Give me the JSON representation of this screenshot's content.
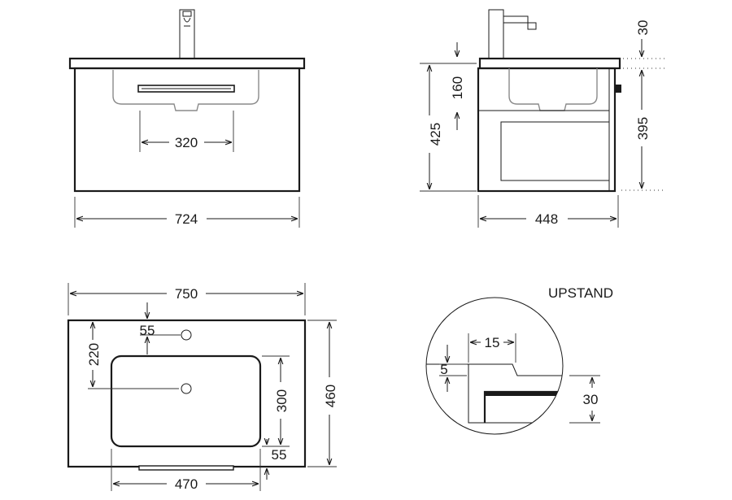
{
  "front_view": {
    "width_label": "724",
    "handle_label": "320"
  },
  "side_view": {
    "depth_label": "448",
    "top_thickness_label": "30",
    "height_label": "425",
    "basin_depth_label": "160",
    "drawer_height_label": "395"
  },
  "top_view": {
    "width_label": "750",
    "depth_label": "460",
    "tap_offset_label": "55",
    "basin_offset_label": "220",
    "basin_depth_label": "300",
    "front_margin_label": "55",
    "basin_width_label": "470"
  },
  "upstand_detail": {
    "title": "UPSTAND",
    "width_label": "15",
    "height_label": "5",
    "thickness_label": "30"
  }
}
